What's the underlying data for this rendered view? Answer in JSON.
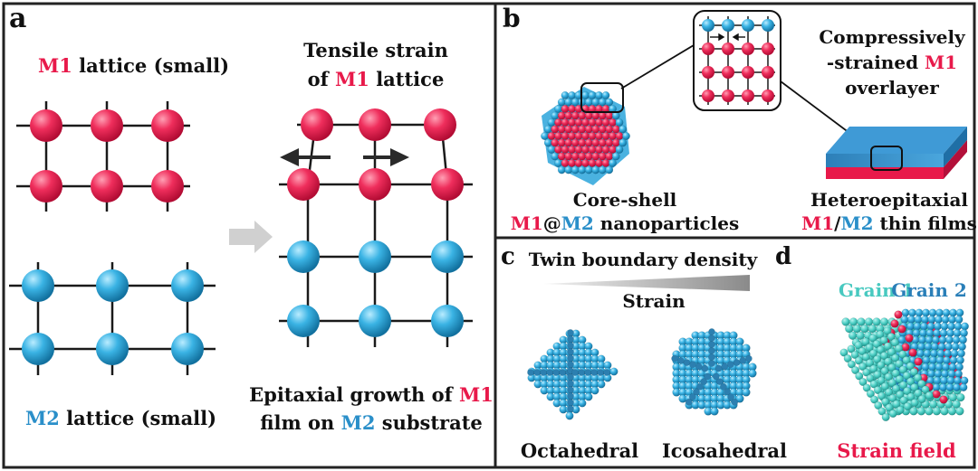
{
  "panels": {
    "a": {
      "label": "a",
      "m1_lattice": {
        "prefix": "M1",
        "suffix": " lattice (small)"
      },
      "m2_lattice": {
        "prefix": "M2",
        "suffix": " lattice (small)"
      },
      "tensile": {
        "line1": "Tensile strain",
        "line2_pre": "of ",
        "line2_m1": "M1",
        "line2_post": " lattice"
      },
      "epitaxial": {
        "line1_pre": "Epitaxial growth of ",
        "line1_m1": "M1",
        "line2_pre": "film on ",
        "line2_m2": "M2",
        "line2_post": " substrate"
      }
    },
    "b": {
      "label": "b",
      "compress": {
        "line1": "Compressively",
        "line2_pre": "-strained ",
        "line2_m1": "M1",
        "line3": "overlayer"
      },
      "coreshell": {
        "line1": "Core-shell",
        "line2_m1": "M1",
        "line2_at": "@",
        "line2_m2": "M2",
        "line2_post": " nanoparticles"
      },
      "hetero": {
        "line1": "Heteroepitaxial",
        "line2_m1": "M1",
        "line2_slash": "/",
        "line2_m2": "M2",
        "line2_post": " thin films"
      }
    },
    "c": {
      "label": "c",
      "twin": "Twin boundary density",
      "strain": "Strain",
      "octa": "Octahedral",
      "icosa": "Icosahedral"
    },
    "d": {
      "label": "d",
      "grain1": "Grain 1",
      "grain2": "Grain 2",
      "strain_field": "Strain field"
    }
  },
  "colors": {
    "m1_red": "#e8194a",
    "m2_blue": "#2a8fc9",
    "grain_teal": "#48c9c0",
    "grain_blue_text": "#2a7fb8",
    "film_top": "#2c86c4",
    "film_bottom": "#e8194a",
    "arrow_gray": "#cfcfcf"
  }
}
